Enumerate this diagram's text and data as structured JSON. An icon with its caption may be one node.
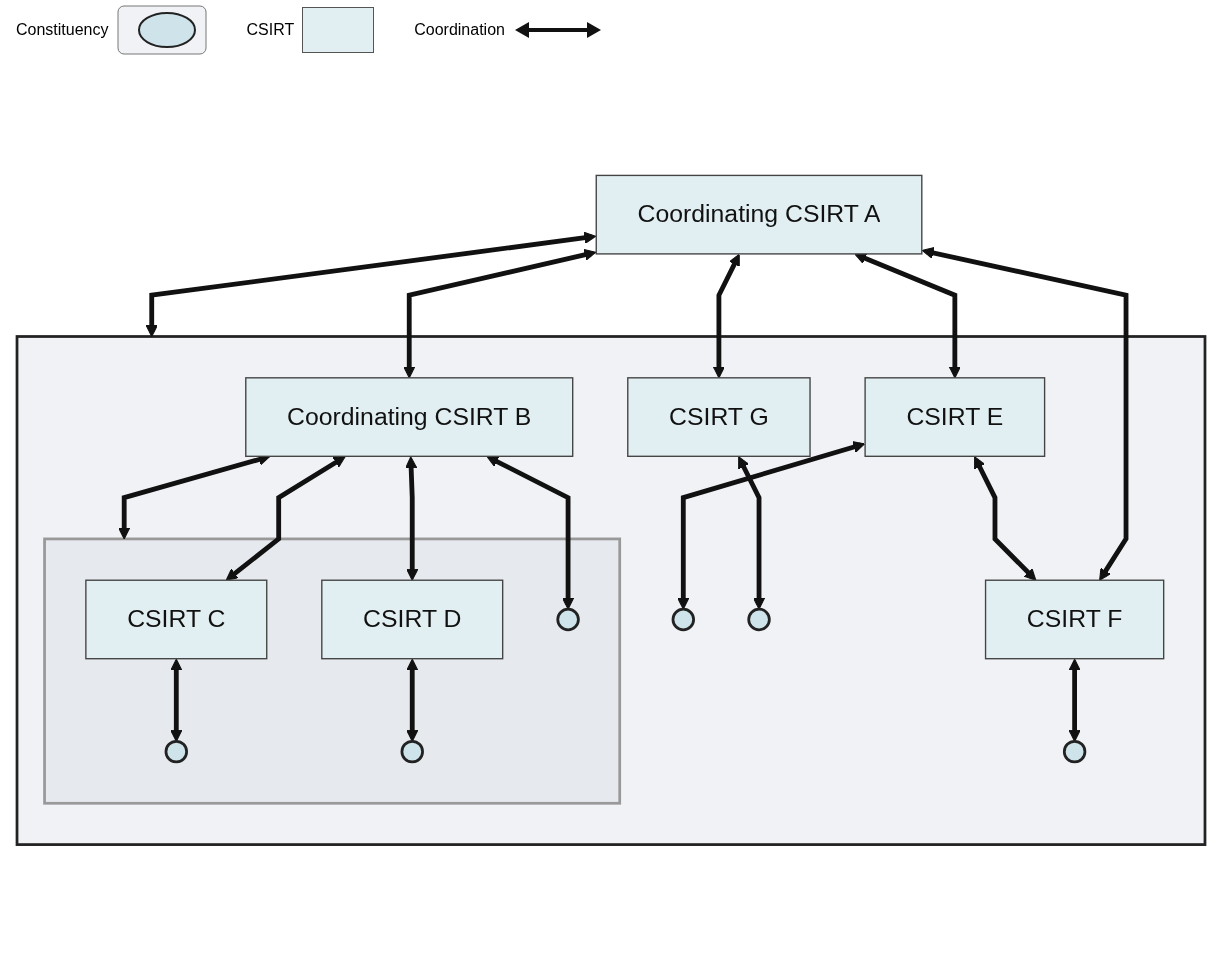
{
  "diagram": {
    "nodes": [
      {
        "text": [
          "Coordinating CSIRT A"
        ]
      },
      {
        "text": [],
        "shape": "box"
      },
      {
        "text": [
          "Coordinating CSIRT B"
        ],
        "in": 1
      },
      {
        "text": [],
        "shape": "box",
        "in": 1
      },
      {
        "text": [
          "CSIRT C"
        ],
        "in": 3
      },
      {
        "text": [
          "CSIRT D"
        ],
        "in": 3
      },
      {
        "text": [],
        "shape": "ellipse",
        "in": 3
      },
      {
        "text": [],
        "shape": "ellipse",
        "in": 3
      },
      {
        "text": [],
        "shape": "ellipse",
        "in": 3
      },
      {
        "text": [
          "CSIRT E"
        ],
        "in": 1
      },
      {
        "text": [
          "CSIRT F"
        ],
        "in": 1
      },
      {
        "text": [
          "CSIRT G"
        ],
        "in": 1
      },
      {
        "text": [],
        "shape": "ellipse",
        "in": 1
      },
      {
        "text": [],
        "shape": "ellipse",
        "in": 1
      },
      {
        "text": [],
        "shape": "ellipse",
        "in": 1
      }
    ],
    "edges": [
      {
        "from": 0,
        "to": 2,
        "arrow": "both"
      },
      {
        "from": 0,
        "to": 1,
        "arrow": "both"
      },
      {
        "from": 0,
        "to": 9,
        "arrow": "both"
      },
      {
        "from": 0,
        "to": 10,
        "arrow": "both"
      },
      {
        "from": 0,
        "to": 11,
        "arrow": "both"
      },
      {
        "from": 2,
        "to": 4,
        "arrow": "both"
      },
      {
        "from": 2,
        "to": 5,
        "arrow": "both"
      },
      {
        "from": 2,
        "to": 3,
        "arrow": "both"
      },
      {
        "from": 2,
        "to": 6,
        "arrow": "both"
      },
      {
        "from": 4,
        "to": 7,
        "arrow": "both"
      },
      {
        "from": 5,
        "to": 8,
        "arrow": "both"
      },
      {
        "from": 9,
        "to": 10,
        "arrow": "both"
      },
      {
        "from": 9,
        "to": 12,
        "arrow": "both"
      },
      {
        "from": 10,
        "to": 13,
        "arrow": "both"
      },
      {
        "from": 11,
        "to": 14,
        "arrow": "both"
      }
    ],
    "legend": [
      {
        "text": "Constituency"
      },
      {
        "text": "CSIRT",
        "color": "#e2eff2"
      },
      {
        "text": "Coordination"
      }
    ]
  }
}
